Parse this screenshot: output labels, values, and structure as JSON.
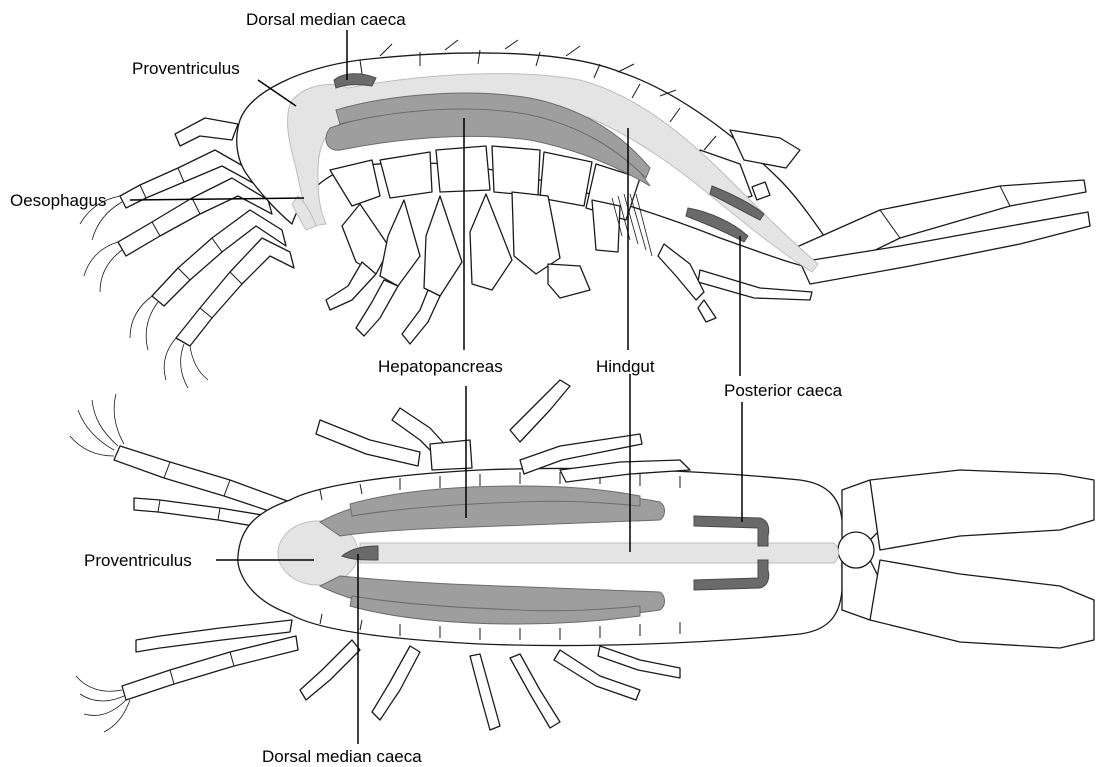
{
  "labels": {
    "dorsal_median_caeca_top": "Dorsal median caeca",
    "proventriculus_top": "Proventriculus",
    "oesophagus": "Oesophagus",
    "hepatopancreas": "Hepatopancreas",
    "hindgut": "Hindgut",
    "posterior_caeca": "Posterior caeca",
    "proventriculus_bottom": "Proventriculus",
    "dorsal_median_caeca_bottom": "Dorsal median caeca"
  },
  "colors": {
    "outline": "#1a1a1a",
    "gut": "#e4e4e4",
    "hepatopancreas": "#9e9e9e",
    "caeca": "#6a6a6a"
  }
}
